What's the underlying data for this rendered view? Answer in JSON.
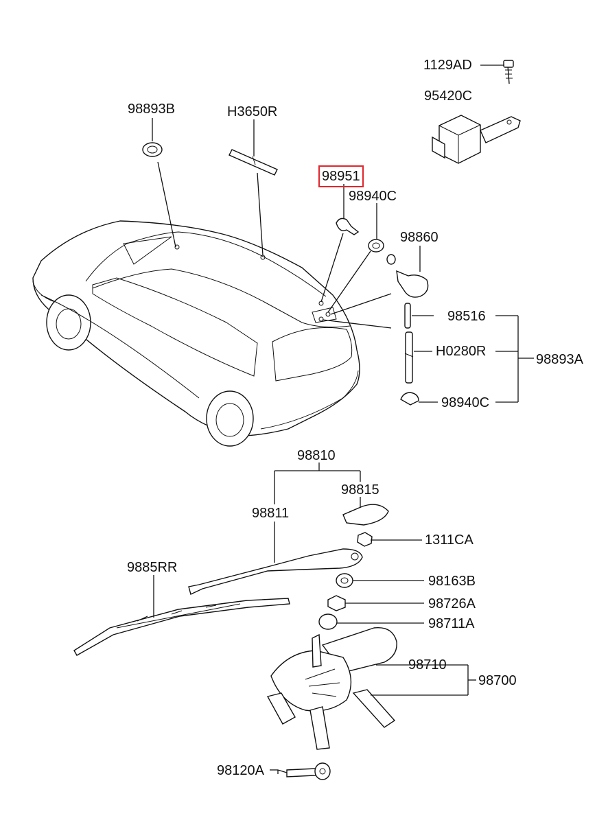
{
  "labels": {
    "p1129AD": "1129AD",
    "p95420C": "95420C",
    "p98893B": "98893B",
    "pH3650R": "H3650R",
    "p98951": "98951",
    "p98940C_top": "98940C",
    "p98860": "98860",
    "p98516": "98516",
    "pH0280R": "H0280R",
    "p98893A": "98893A",
    "p98940C_bot": "98940C",
    "p98810": "98810",
    "p98815": "98815",
    "p98811": "98811",
    "p1311CA": "1311CA",
    "p9885RR": "9885RR",
    "p98163B": "98163B",
    "p98726A": "98726A",
    "p98711A": "98711A",
    "p98710": "98710",
    "p98700": "98700",
    "p98120A": "98120A"
  },
  "highlight": {
    "part": "98951",
    "color": "#e0262b"
  }
}
